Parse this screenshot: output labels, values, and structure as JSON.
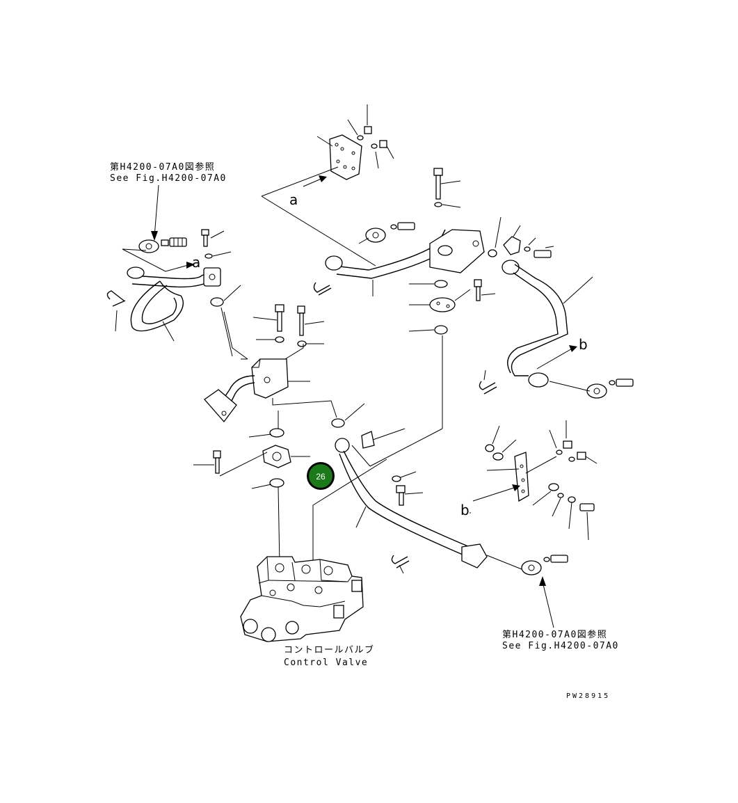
{
  "diagram": {
    "ref_top_left": {
      "jp": "第H4200-07A0図参照",
      "en": "See Fig.H4200-07A0"
    },
    "ref_bottom_right": {
      "jp": "第H4200-07A0図参照",
      "en": "See Fig.H4200-07A0"
    },
    "valve_label": {
      "jp": "コントロールバルブ",
      "en": "Control Valve"
    },
    "letters": {
      "a1": "a",
      "a2": "a",
      "b1": "b",
      "b2": "b"
    },
    "badge": {
      "number": "26",
      "color": "#1a7a1a"
    },
    "drawing_code": "PW28915"
  }
}
